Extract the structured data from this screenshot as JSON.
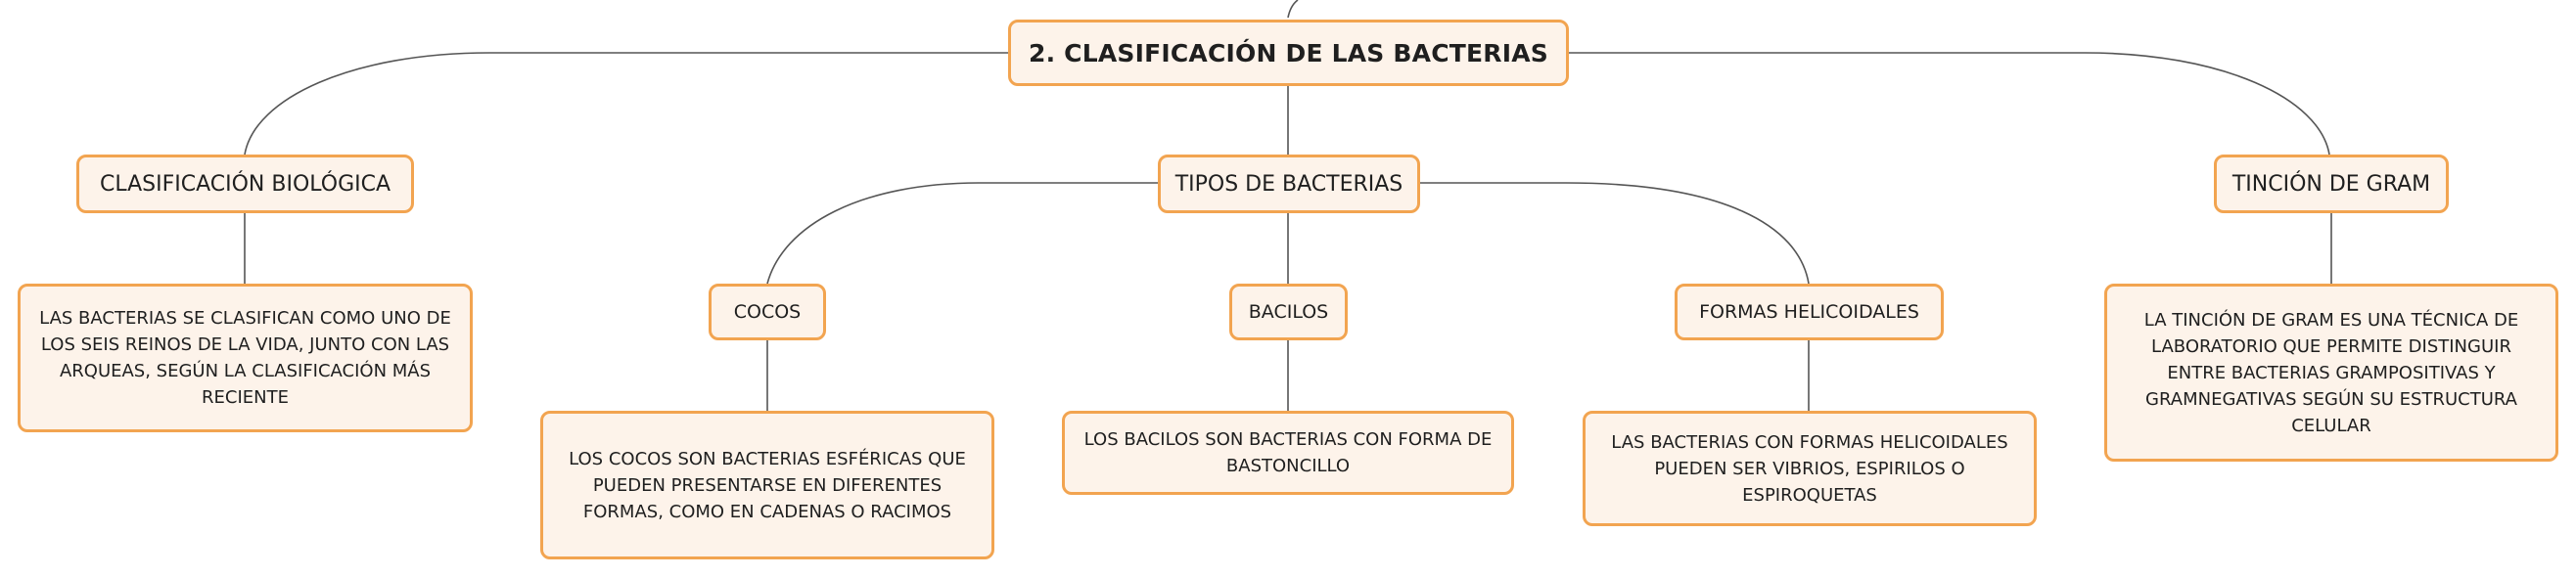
{
  "diagram": {
    "root": {
      "label": "2. CLASIFICACIÓN DE LAS BACTERIAS"
    },
    "branches": [
      {
        "label": "CLASIFICACIÓN BIOLÓGICA",
        "description": "LAS BACTERIAS SE CLASIFICAN COMO UNO DE LOS SEIS REINOS DE LA VIDA, JUNTO CON LAS ARQUEAS, SEGÚN LA CLASIFICACIÓN MÁS RECIENTE"
      },
      {
        "label": "TIPOS DE BACTERIAS",
        "children": [
          {
            "label": "COCOS",
            "description": "LOS COCOS SON BACTERIAS ESFÉRICAS QUE PUEDEN PRESENTARSE EN DIFERENTES FORMAS, COMO EN CADENAS O RACIMOS"
          },
          {
            "label": "BACILOS",
            "description": "LOS BACILOS SON BACTERIAS CON FORMA DE BASTONCILLO"
          },
          {
            "label": "FORMAS HELICOIDALES",
            "description": "LAS BACTERIAS CON FORMAS HELICOIDALES PUEDEN SER VIBRIOS, ESPIRILOS O ESPIROQUETAS"
          }
        ]
      },
      {
        "label": "TINCIÓN DE GRAM",
        "description": "LA TINCIÓN DE GRAM ES UNA TÉCNICA DE LABORATORIO QUE PERMITE DISTINGUIR ENTRE BACTERIAS GRAMPOSITIVAS Y GRAMNEGATIVAS SEGÚN SU ESTRUCTURA CELULAR"
      }
    ],
    "colors": {
      "node_fill": "#fdf3ea",
      "node_border": "#f2a450",
      "connector": "#555555",
      "text": "#1f1f1f"
    }
  }
}
